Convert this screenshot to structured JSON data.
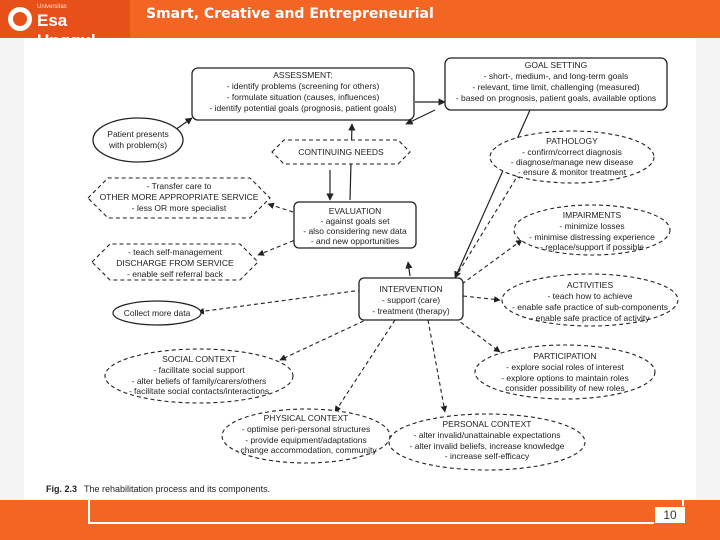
{
  "header": {
    "logo_small": "Universitas",
    "logo_name": "Esa Unggul",
    "tagline": "Smart, Creative and Entrepreneurial"
  },
  "footer": {
    "page_number": "10"
  },
  "figure": {
    "caption_label": "Fig. 2.3",
    "caption_text": "The rehabilitation process and its components.",
    "nodes": {
      "patient": [
        "Patient presents",
        "with problem(s)"
      ],
      "assessment": {
        "title": "ASSESSMENT:",
        "lines": [
          "- identify problems (screening for others)",
          "- formulate situation (causes, influences)",
          "- identify potential goals (prognosis, patient goals)"
        ]
      },
      "goal_setting": {
        "title": "GOAL SETTING",
        "lines": [
          "- short-, medium-, and long-term goals",
          "- relevant, time limit, challenging (measured)",
          "- based on prognosis, patient goals, available options"
        ]
      },
      "continuing_needs": "CONTINUING NEEDS",
      "transfer": [
        "- Transfer care to",
        "OTHER MORE APPROPRIATE SERVICE",
        "- less OR more specialist"
      ],
      "evaluation": {
        "title": "EVALUATION",
        "lines": [
          "- against goals set",
          "- also considering new data",
          "- and new opportunities"
        ]
      },
      "discharge": [
        "- teach self-management",
        "DISCHARGE FROM SERVICE",
        "- enable self referral back"
      ],
      "collect": "Collect more data",
      "intervention": {
        "title": "INTERVENTION",
        "lines": [
          "- support (care)",
          "- treatment (therapy)"
        ]
      },
      "pathology": {
        "title": "PATHOLOGY",
        "lines": [
          "- confirm/correct diagnosis",
          "- diagnose/manage new disease",
          "- ensure & monitor treatment"
        ]
      },
      "impairments": {
        "title": "IMPAIRMENTS",
        "lines": [
          "- minimize losses",
          "- minimise distressing experience",
          "- replace/support if possible"
        ]
      },
      "activities": {
        "title": "ACTIVITIES",
        "lines": [
          "- teach how to achieve",
          "- enable safe practice of sub-components",
          "- enable safe practice of activity"
        ]
      },
      "participation": {
        "title": "PARTICIPATION",
        "lines": [
          "- explore social roles of interest",
          "- explore options to maintain roles",
          "consider possibility of new roles"
        ]
      },
      "social": {
        "title": "SOCIAL CONTEXT",
        "lines": [
          "- facilitate social support",
          "- alter beliefs of family/carers/others",
          "- facilitate social contacts/interactions"
        ]
      },
      "physical": {
        "title": "PHYSICAL CONTEXT",
        "lines": [
          "- optimise peri-personal structures",
          "- provide equipment/adaptations",
          "- change accommodation, community"
        ]
      },
      "personal": {
        "title": "PERSONAL CONTEXT",
        "lines": [
          "- alter invalid/unattainable expectations",
          "- alter invalid beliefs, increase knowledge",
          "- increase self-efficacy"
        ]
      }
    }
  }
}
